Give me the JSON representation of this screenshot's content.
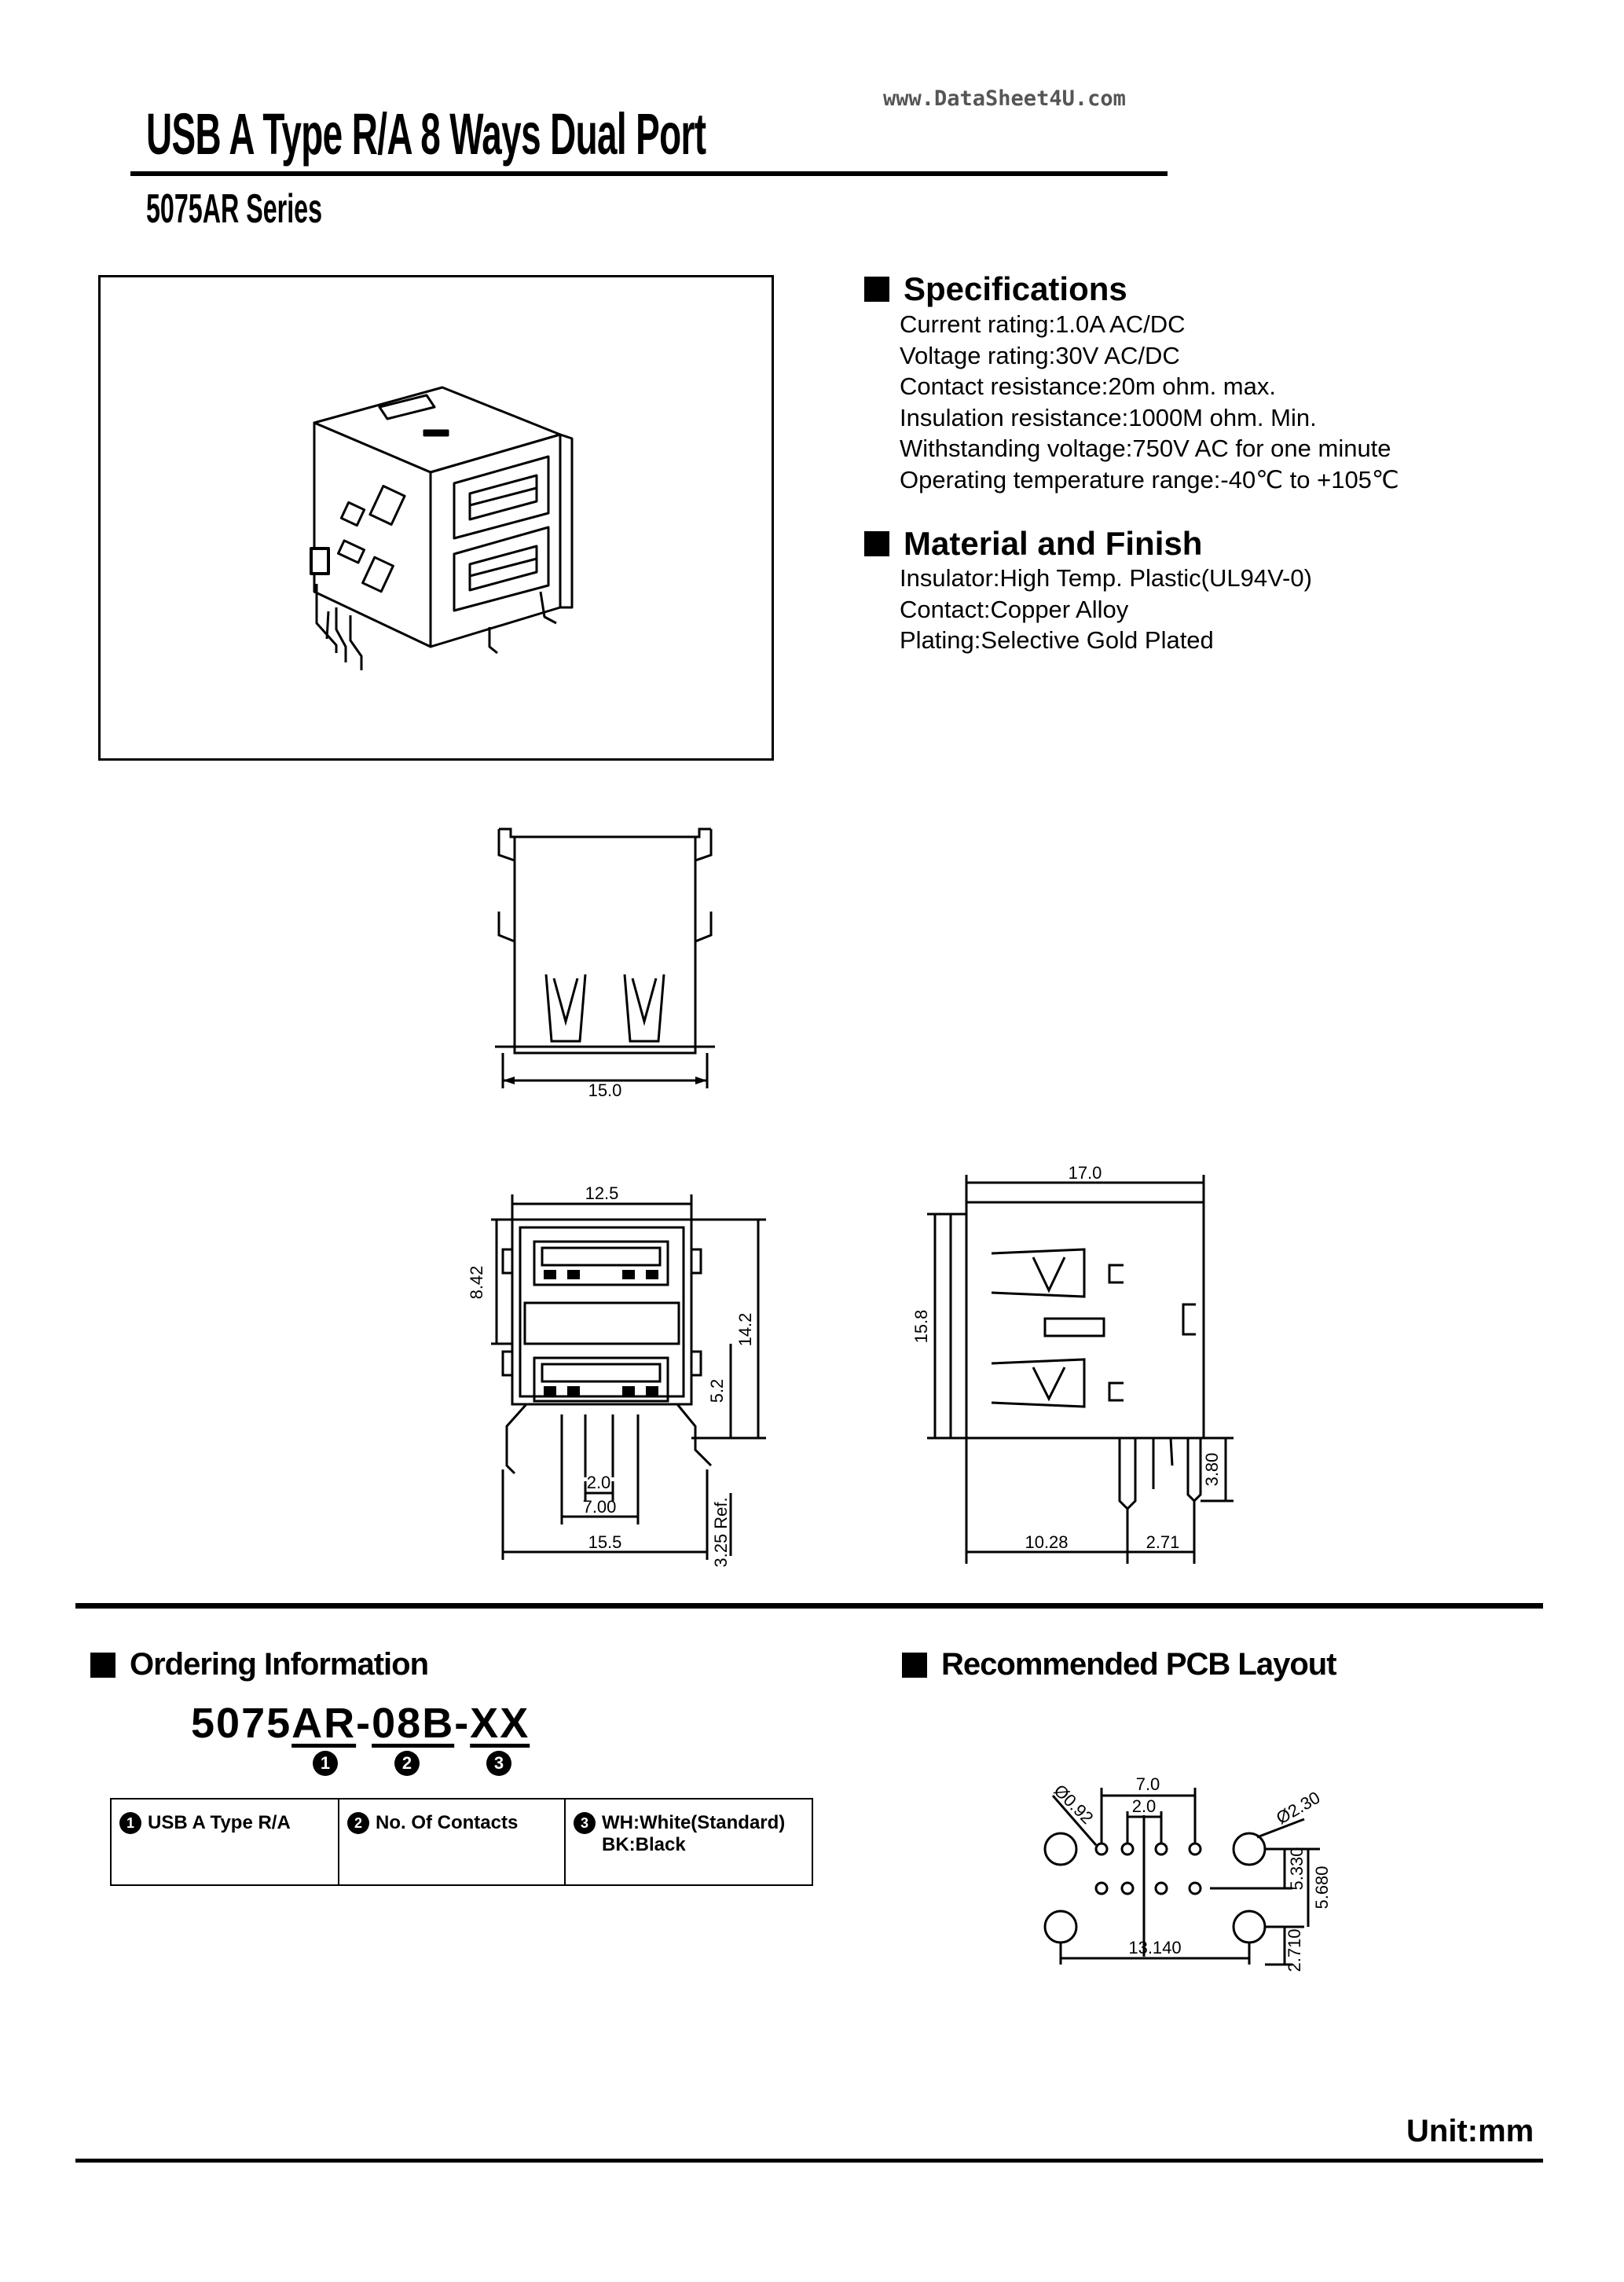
{
  "header": {
    "title": "USB A Type R/A 8 Ways Dual Port",
    "series": "5075AR Series",
    "website": "www.DataSheet4U.com"
  },
  "specifications": {
    "heading": "Specifications",
    "items": [
      "Current rating:1.0A AC/DC",
      "Voltage rating:30V AC/DC",
      "Contact resistance:20m ohm. max.",
      "Insulation resistance:1000M ohm. Min.",
      "Withstanding voltage:750V AC for one minute",
      "Operating temperature range:-40℃ to +105℃"
    ]
  },
  "material": {
    "heading": "Material and Finish",
    "items": [
      "Insulator:High Temp. Plastic(UL94V-0)",
      "Contact:Copper Alloy",
      "Plating:Selective Gold Plated"
    ]
  },
  "drawing_top": {
    "width_label": "15.0"
  },
  "drawing_front": {
    "top_width": "12.5",
    "port_height": "8.42",
    "total_height": "14.2",
    "lower_offset": "5.2",
    "pitch": "2.0",
    "pin_span": "7.00",
    "bottom_width": "15.5",
    "ref": "3.25 Ref."
  },
  "drawing_side": {
    "depth": "17.0",
    "height": "15.8",
    "pin_length": "3.80",
    "front_offset": "10.28",
    "rear_offset": "2.71"
  },
  "ordering": {
    "heading": "Ordering Information",
    "part_prefix": "5075",
    "part_seg1": "AR",
    "part_mid": "-",
    "part_seg2": "08B",
    "part_mid2": "-",
    "part_seg3": "XX",
    "n1": "1",
    "n2": "2",
    "n3": "3",
    "table": [
      {
        "num": "1",
        "text": "USB A Type R/A"
      },
      {
        "num": "2",
        "text": "No. Of Contacts"
      },
      {
        "num": "3",
        "text": "WH:White(Standard)",
        "text2": "BK:Black"
      }
    ]
  },
  "pcb": {
    "heading": "Recommended PCB Layout",
    "hole_small": "Ø0.92",
    "hole_large": "Ø2.30",
    "span": "7.0",
    "pitch": "2.0",
    "row1": "5.330",
    "row2": "5.680",
    "width": "13.140",
    "offset": "2.710"
  },
  "footer": {
    "unit": "Unit:mm"
  }
}
